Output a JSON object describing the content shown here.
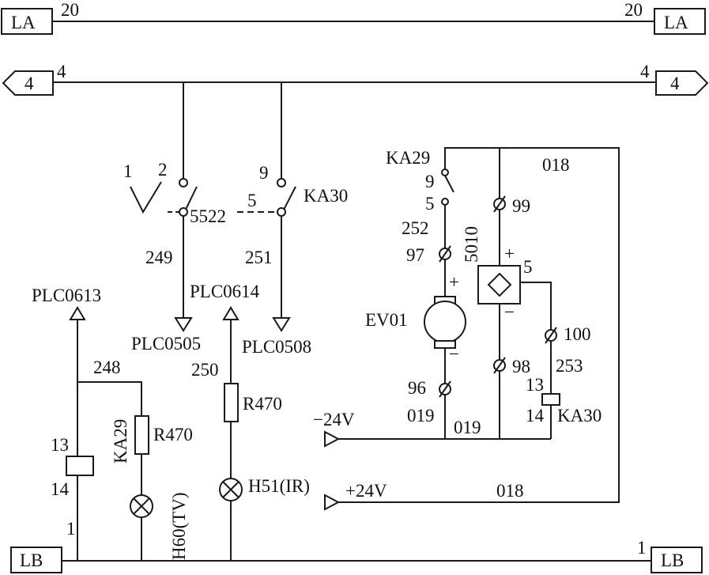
{
  "connectors": {
    "la_left": "LA",
    "la_right": "LA",
    "bus4_left": "4",
    "bus4_right": "4",
    "lb_left": "LB",
    "lb_right": "LB"
  },
  "wires": {
    "w20_left": "20",
    "w20_right": "20",
    "w4_left": "4",
    "w4_right": "4",
    "w1_left": "1",
    "w1_right": "1",
    "w249": "249",
    "w251": "251",
    "w248": "248",
    "w250": "250",
    "w252": "252",
    "w253": "253",
    "w018_top": "018",
    "w018_bottom": "018",
    "w019_left": "019",
    "w019_right": "019",
    "w5522": "5522",
    "w5": "5",
    "w5010": "5010"
  },
  "switch": {
    "pin1": "1",
    "pin2": "2",
    "pin9": "9",
    "ka30": "KA30"
  },
  "ka29_contact": {
    "name": "KA29",
    "pin9": "9",
    "pin5": "5"
  },
  "terminals": {
    "t97": "97",
    "t96": "96",
    "t99": "99",
    "t98": "98",
    "t100": "100"
  },
  "motor": {
    "name": "EV01",
    "plus": "+",
    "minus": "−"
  },
  "regulator": {
    "plus": "+",
    "minus": "−",
    "out": "5"
  },
  "relays": {
    "ka30_pin13": "13",
    "ka30_pin14": "14",
    "ka30_name": "KA30",
    "ka29_pin13": "13",
    "ka29_pin14": "14",
    "ka29_name": "KA29"
  },
  "resistors": {
    "r1": "R470",
    "r2": "R470"
  },
  "lamps": {
    "h60": "H60(TV)",
    "h51": "H51(IR)"
  },
  "plc": {
    "p0613": "PLC0613",
    "p0614": "PLC0614",
    "p0505": "PLC0505",
    "p0508": "PLC0508"
  },
  "supply": {
    "neg": "−24V",
    "pos": "+24V"
  }
}
